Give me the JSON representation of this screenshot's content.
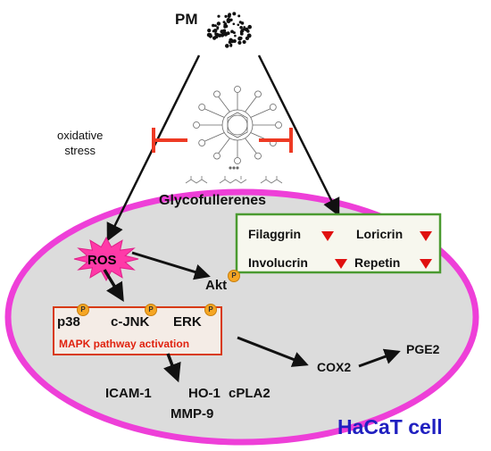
{
  "labels": {
    "pm": "PM",
    "oxidative_stress_1": "oxidative",
    "oxidative_stress_2": "stress",
    "glycofullerenes": "Glycofullerenes",
    "ros": "ROS",
    "akt": "Akt",
    "p38": "p38",
    "c_jnk": "c-JNK",
    "erk": "ERK",
    "mapk": "MAPK pathway activation",
    "filaggrin": "Filaggrin",
    "loricrin": "Loricrin",
    "involucrin": "Involucrin",
    "repetin": "Repetin",
    "cox2": "COX2",
    "pge2": "PGE2",
    "icam1": "ICAM-1",
    "ho1": "HO-1",
    "cpla2": "cPLA2",
    "mmp9": "MMP-9",
    "hacat": "HaCaT cell",
    "phospho": "P"
  },
  "colors": {
    "cell_membrane": "#ee3fd8",
    "cell_fill": "#dcdcdc",
    "ros_burst": "#ff3aa8",
    "inhibition": "#ee3a24",
    "mapk_box": "#d83a10",
    "protein_box": "#4a9a30",
    "down_arrow": "#e01010",
    "phospho_badge": "#f6a623",
    "hacat_text": "#2020c0"
  },
  "icons": {
    "particles": "pm-particles-icon",
    "fullerene": "glycofullerene-molecule-icon",
    "decrease": "red-down-triangle-icon"
  }
}
